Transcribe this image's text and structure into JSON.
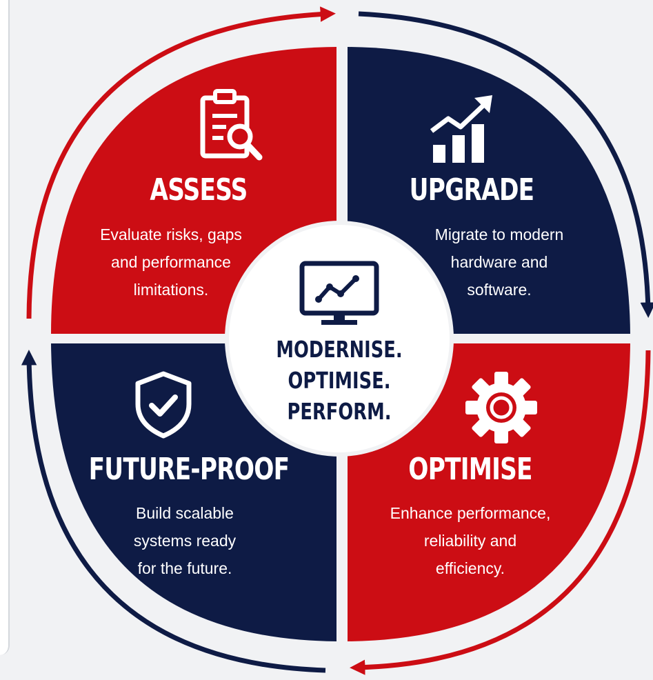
{
  "colors": {
    "red": "#cc0d14",
    "navy": "#0e1b45",
    "white": "#ffffff"
  },
  "center": {
    "icon": "monitor-chart-icon",
    "tagline": "MODERNISE.\nOPTIMISE.\nPERFORM."
  },
  "quadrants": {
    "assess": {
      "icon": "clipboard-search-icon",
      "title": "ASSESS",
      "description": "Evaluate risks, gaps\nand performance\nlimitations."
    },
    "upgrade": {
      "icon": "growth-chart-icon",
      "title": "UPGRADE",
      "description": "Migrate to modern\nhardware and\nsoftware."
    },
    "optimise": {
      "icon": "gear-icon",
      "title": "OPTIMISE",
      "description": "Enhance performance,\nreliability and\nefficiency."
    },
    "future_proof": {
      "icon": "shield-check-icon",
      "title": "FUTURE-PROOF",
      "description": "Build scalable\nsystems ready\nfor the future."
    }
  },
  "cycle_arrows": {
    "direction": "clockwise",
    "count": 4
  }
}
